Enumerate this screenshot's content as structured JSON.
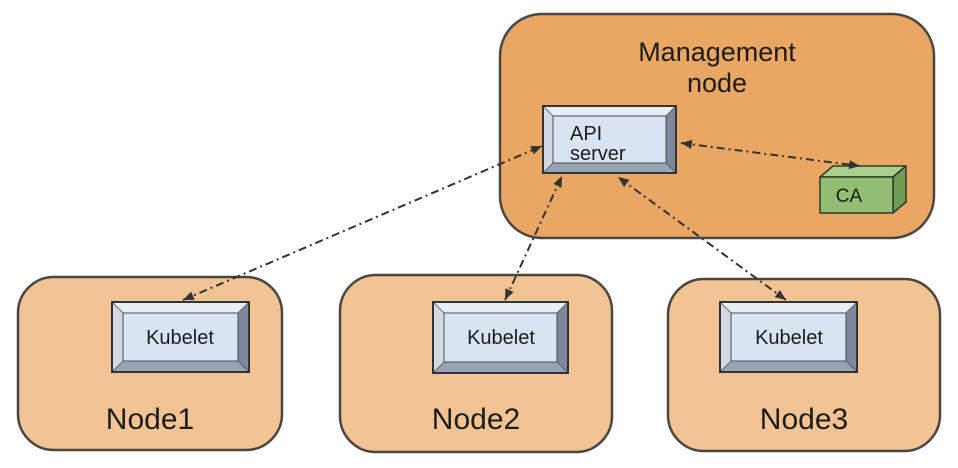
{
  "management": {
    "title_line1": "Management",
    "title_line2": "node",
    "api_server": {
      "line1": "API",
      "line2": "server"
    },
    "ca_label": "CA"
  },
  "nodes": [
    {
      "label": "Node1",
      "component": "Kubelet"
    },
    {
      "label": "Node2",
      "component": "Kubelet"
    },
    {
      "label": "Node3",
      "component": "Kubelet"
    }
  ],
  "connections": [
    {
      "from": "API server",
      "to": "Kubelet (Node1)",
      "style": "dash-dot",
      "bidirectional": true
    },
    {
      "from": "API server",
      "to": "Kubelet (Node2)",
      "style": "dash-dot",
      "bidirectional": true
    },
    {
      "from": "API server",
      "to": "Kubelet (Node3)",
      "style": "dash-dot",
      "bidirectional": true
    },
    {
      "from": "API server",
      "to": "CA",
      "style": "dash-dot",
      "bidirectional": true
    }
  ],
  "colors": {
    "management_fill": "#E9A763",
    "node_fill": "#F2C493",
    "component_face": "#D8E4F2",
    "ca_front": "#92BE73",
    "ca_top": "#ABD08D",
    "ca_side": "#6F9B54",
    "border": "#4A4742",
    "arrow": "#333333"
  }
}
